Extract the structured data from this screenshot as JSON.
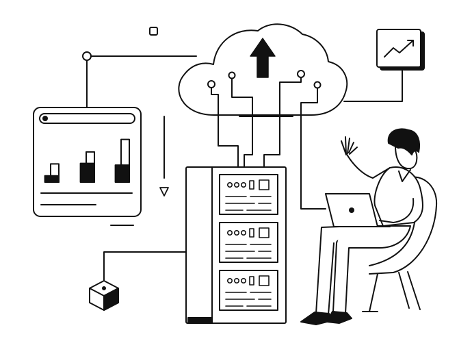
{
  "illustration": {
    "subject": "cloud-upload-server",
    "colors": {
      "ink": "#111111",
      "paper": "#ffffff"
    },
    "window_chart": {
      "bars": [
        {
          "level": 0.35,
          "dark_fraction": 0.35
        },
        {
          "level": 0.58,
          "dark_fraction": 0.62
        },
        {
          "level": 0.82,
          "dark_fraction": 0.4
        }
      ]
    },
    "trend_card": {
      "direction": "up"
    },
    "server_rack": {
      "units": 3
    }
  }
}
